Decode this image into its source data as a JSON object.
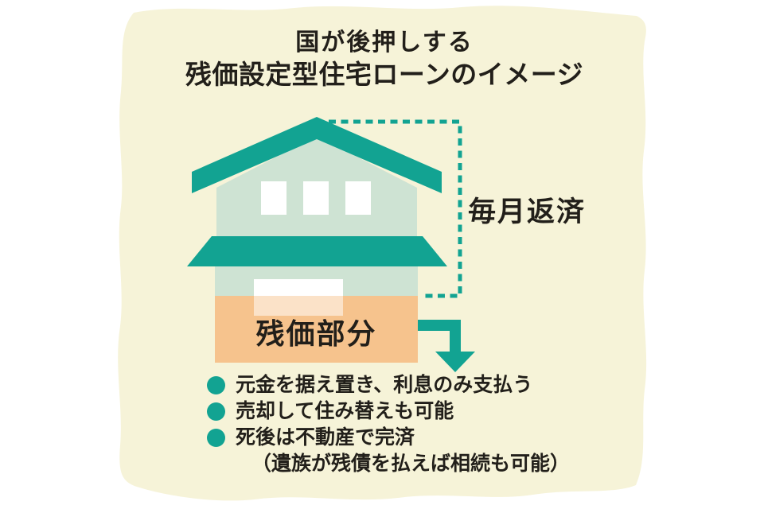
{
  "title": {
    "line1": "国が後押しする",
    "line2": "残価設定型住宅ローンのイメージ"
  },
  "labels": {
    "monthly_repayment": "毎月返済",
    "residual_value": "残価部分"
  },
  "bullets": [
    {
      "text": "元金を据え置き、利息のみ支払う",
      "has_marker": true
    },
    {
      "text": "売却して住み替えも可能",
      "has_marker": true
    },
    {
      "text": "死後は不動産で完済",
      "has_marker": true
    },
    {
      "text": "（遺族が残債を払えば相続も可能）",
      "has_marker": false
    }
  ],
  "colors": {
    "paper": "#f6f3d8",
    "teal_accent": "#12a392",
    "wall_green": "#cee3d3",
    "residual_orange": "#f6c38d",
    "text": "#221f1a",
    "background": "#ffffff"
  }
}
